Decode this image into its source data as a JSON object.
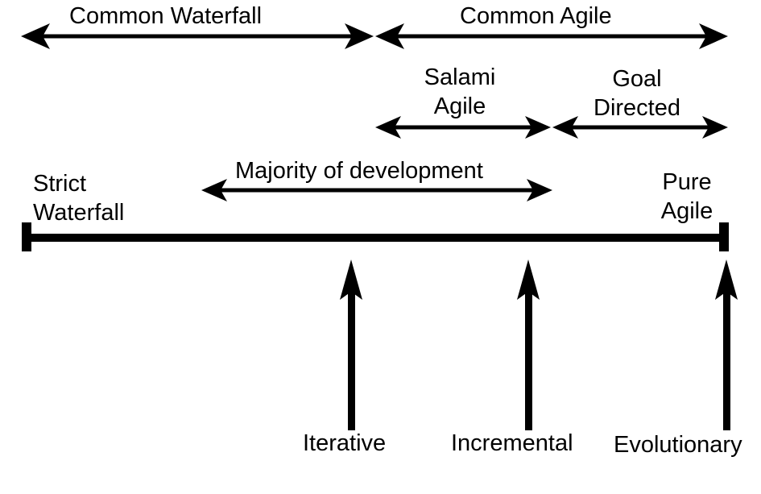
{
  "labels": {
    "common_waterfall": "Common Waterfall",
    "common_agile": "Common Agile",
    "salami_agile_line1": "Salami",
    "salami_agile_line2": "Agile",
    "goal_directed_line1": "Goal",
    "goal_directed_line2": "Directed",
    "majority": "Majority of development",
    "strict_waterfall_line1": "Strict",
    "strict_waterfall_line2": "Waterfall",
    "pure_agile_line1": "Pure",
    "pure_agile_line2": "Agile",
    "iterative": "Iterative",
    "incremental": "Incremental",
    "evolutionary": "Evolutionary"
  },
  "colors": {
    "stroke": "#000000",
    "background": "#ffffff"
  }
}
